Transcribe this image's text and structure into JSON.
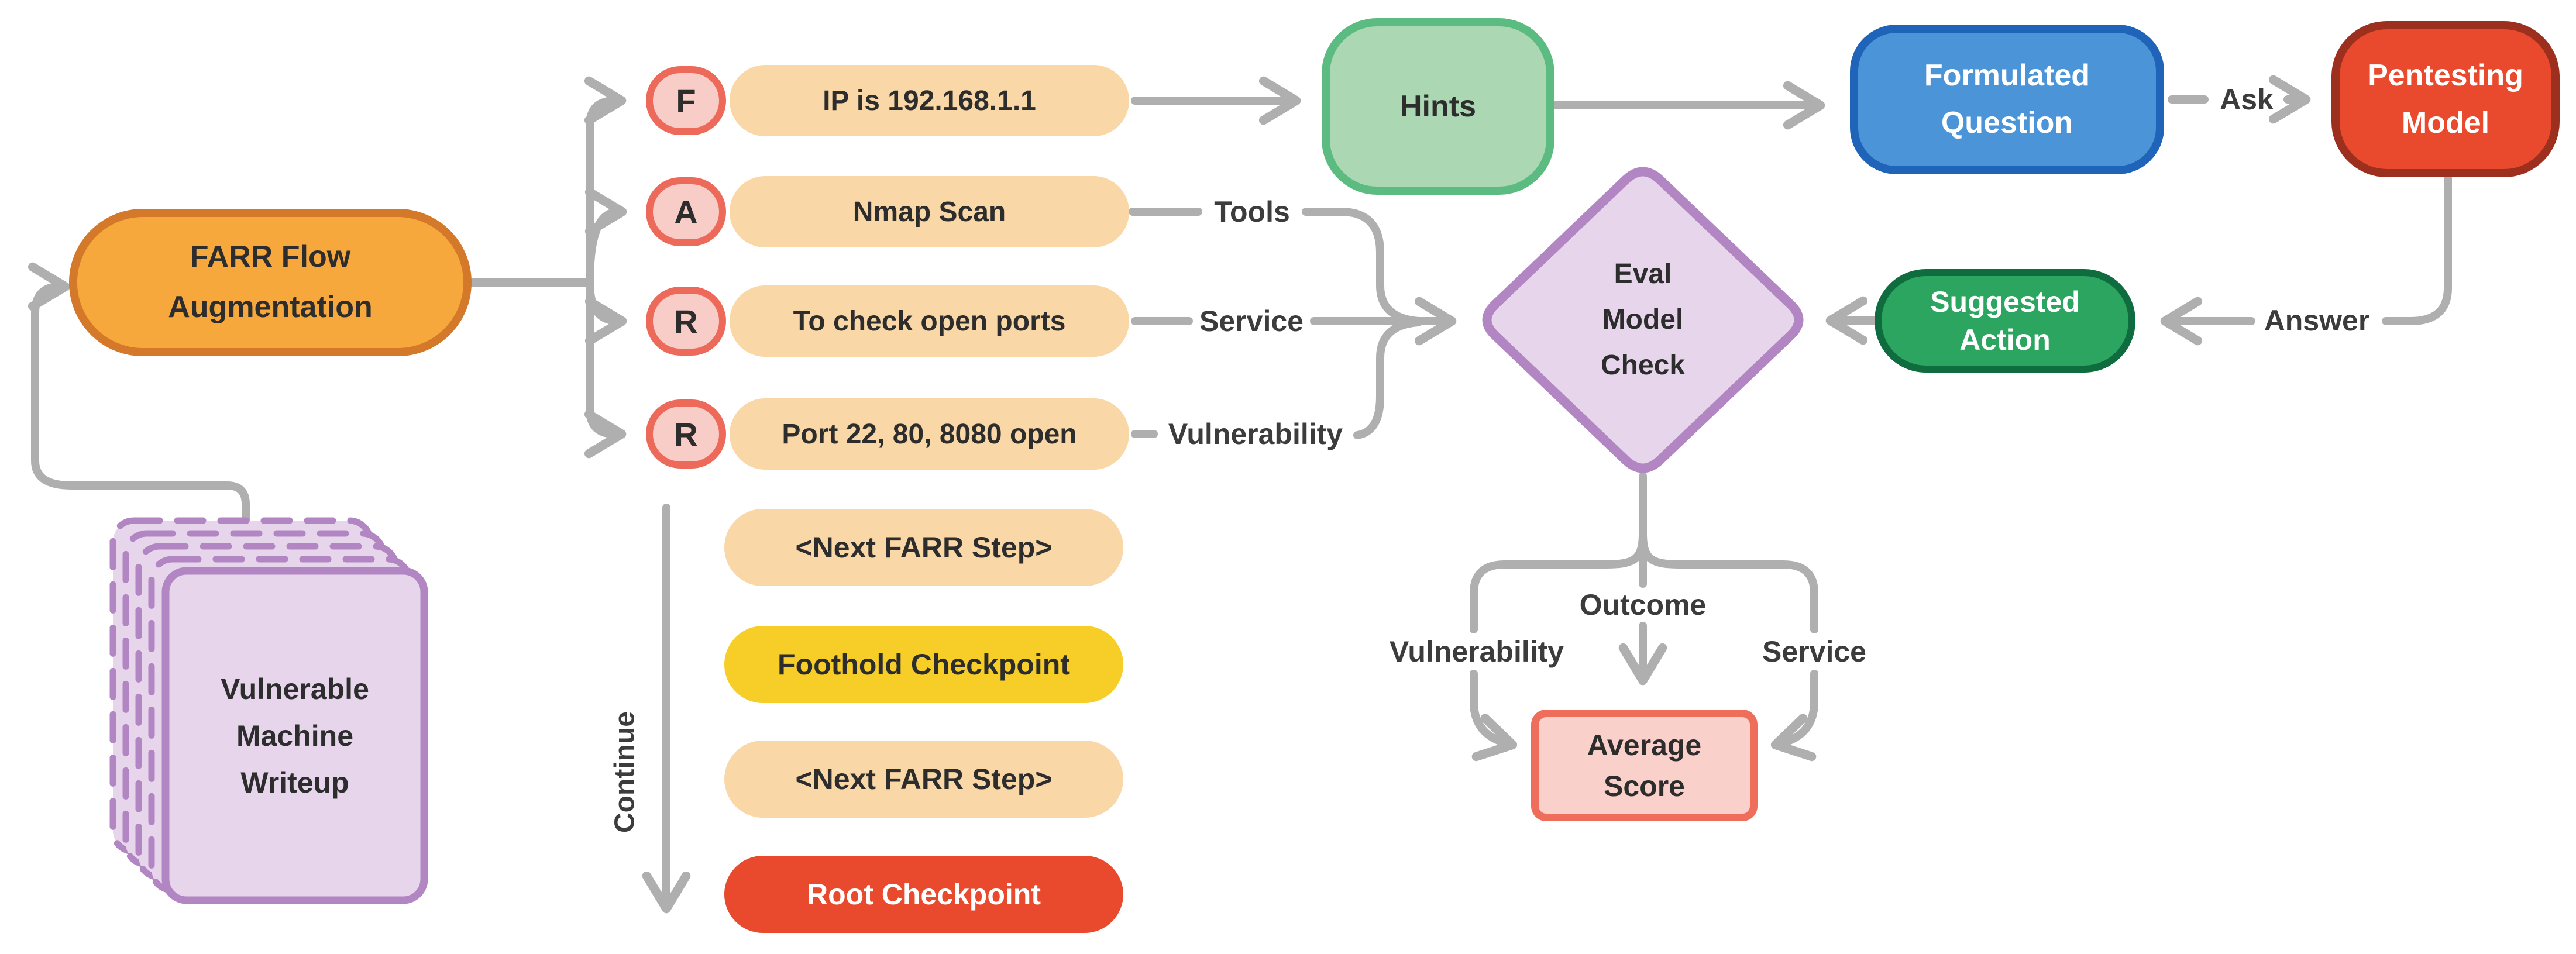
{
  "colors": {
    "background": "#FFFFFF",
    "connector": "#AFAFAF",
    "text_dark": "#2D2D2D",
    "label": "#3C3C3C",
    "white_text": "#FFFFFF",
    "orange_fill": "#F6A83D",
    "orange_border": "#D4782A",
    "peach": "#FAD7A6",
    "pink_fill": "#F8CCC7",
    "pink_border": "#ED6A5B",
    "green_light_fill": "#ABD8B3",
    "green_light_border": "#5BBB80",
    "blue_fill": "#4C94D8",
    "blue_border": "#2064BA",
    "red_fill": "#E9492C",
    "red_border": "#9C2F1E",
    "green_fill": "#2BA55F",
    "green_border": "#0E6C3E",
    "purple_fill": "#E6D5EB",
    "purple_border": "#B186C3",
    "avg_fill": "#F9D0CA",
    "avg_border": "#EF6E5B",
    "yellow": "#F7CE27"
  },
  "nodes": {
    "farr_flow": {
      "lines": [
        "FARR Flow",
        "Augmentation"
      ]
    },
    "writeup": {
      "lines": [
        "Vulnerable",
        "Machine",
        "Writeup"
      ]
    },
    "hints": {
      "label": "Hints"
    },
    "formulated_question": {
      "lines": [
        "Formulated",
        "Question"
      ]
    },
    "pentesting_model": {
      "lines": [
        "Pentesting",
        "Model"
      ]
    },
    "eval_model_check": {
      "lines": [
        "Eval",
        "Model",
        "Check"
      ]
    },
    "suggested_action": {
      "lines": [
        "Suggested",
        "Action"
      ]
    },
    "average_score": {
      "lines": [
        "Average",
        "Score"
      ]
    }
  },
  "farr_rows": [
    {
      "letter": "F",
      "text": "IP is 192.168.1.1"
    },
    {
      "letter": "A",
      "text": "Nmap Scan"
    },
    {
      "letter": "R",
      "text": "To check open ports"
    },
    {
      "letter": "R",
      "text": "Port 22, 80, 8080 open"
    }
  ],
  "sequence": [
    {
      "text": "<Next FARR Step>"
    },
    {
      "text": "Foothold Checkpoint"
    },
    {
      "text": "<Next FARR Step>"
    },
    {
      "text": "Root Checkpoint"
    }
  ],
  "edge_labels": {
    "tools": "Tools",
    "service": "Service",
    "vulnerability": "Vulnerability",
    "ask": "Ask",
    "answer": "Answer",
    "outcome": "Outcome",
    "vulnerability_bottom": "Vulnerability",
    "service_bottom": "Service",
    "continue": "Continue"
  }
}
